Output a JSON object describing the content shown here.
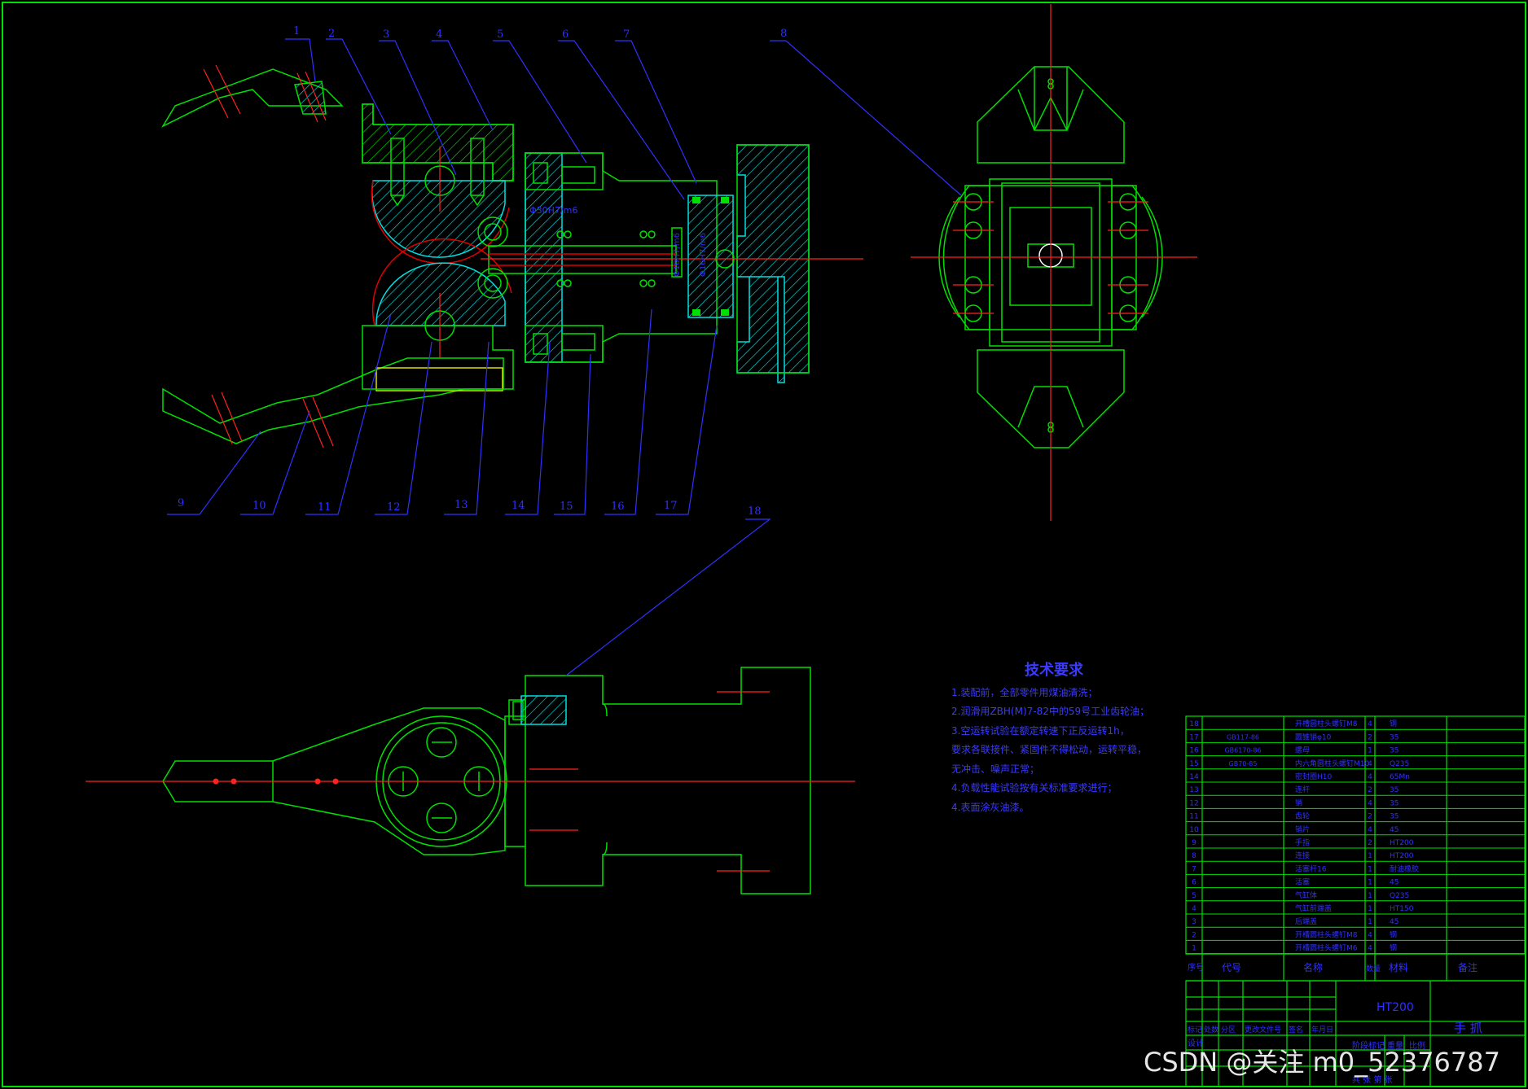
{
  "balloons": [
    "1",
    "2",
    "3",
    "4",
    "5",
    "6",
    "7",
    "8",
    "9",
    "10",
    "11",
    "12",
    "13",
    "14",
    "15",
    "16",
    "17",
    "18"
  ],
  "dims": {
    "piston_fit": "Φ30H7/m6",
    "rod_fit_1": "Φ10H7/m6",
    "rod_fit_2": "Φ16H7/m6"
  },
  "tech_requirements": {
    "title": "技术要求",
    "lines": [
      "1.装配前，全部零件用煤油清洗；",
      "2.润滑用ZBH(M)7-82中的59号工业齿轮油；",
      "3.空运转试验在额定转速下正反运转1h，",
      "要求各联接件、紧固件不得松动，运转平稳，",
      "无冲击、噪声正常；",
      "4.负载性能试验按有关标准要求进行；",
      "4.表面涂灰油漆。"
    ]
  },
  "parts_table": {
    "rows": [
      {
        "no": "18",
        "code": "",
        "name": "开槽圆柱头螺钉M8",
        "qty": "4",
        "mat": "钢"
      },
      {
        "no": "17",
        "code": "GB117-86",
        "name": "圆锥销φ10",
        "qty": "2",
        "mat": "35"
      },
      {
        "no": "16",
        "code": "GB6170-86",
        "name": "螺母",
        "qty": "1",
        "mat": "35"
      },
      {
        "no": "15",
        "code": "GB70-85",
        "name": "内六角圆柱头螺钉M10",
        "qty": "4",
        "mat": "Q235"
      },
      {
        "no": "14",
        "code": "",
        "name": "密封圈H10",
        "qty": "4",
        "mat": "65Mn"
      },
      {
        "no": "13",
        "code": "",
        "name": "连杆",
        "qty": "2",
        "mat": "35"
      },
      {
        "no": "12",
        "code": "",
        "name": "销",
        "qty": "4",
        "mat": "35"
      },
      {
        "no": "11",
        "code": "",
        "name": "齿轮",
        "qty": "2",
        "mat": "35"
      },
      {
        "no": "10",
        "code": "",
        "name": "销片",
        "qty": "4",
        "mat": "45"
      },
      {
        "no": "9",
        "code": "",
        "name": "手指",
        "qty": "2",
        "mat": "HT200"
      },
      {
        "no": "8",
        "code": "",
        "name": "连接",
        "qty": "1",
        "mat": "HT200"
      },
      {
        "no": "7",
        "code": "",
        "name": "活塞杆16",
        "qty": "1",
        "mat": "耐油橡胶"
      },
      {
        "no": "6",
        "code": "",
        "name": "活塞",
        "qty": "1",
        "mat": "45"
      },
      {
        "no": "5",
        "code": "",
        "name": "气缸体",
        "qty": "1",
        "mat": "Q235"
      },
      {
        "no": "4",
        "code": "",
        "name": "气缸前端盖",
        "qty": "1",
        "mat": "HT150"
      },
      {
        "no": "3",
        "code": "",
        "name": "后端盖",
        "qty": "1",
        "mat": "45"
      },
      {
        "no": "2",
        "code": "",
        "name": "开槽圆柱头螺钉M8",
        "qty": "4",
        "mat": "钢"
      },
      {
        "no": "1",
        "code": "",
        "name": "开槽圆柱头螺钉M6",
        "qty": "4",
        "mat": "钢"
      }
    ],
    "header": [
      "序号",
      "代号",
      "名称",
      "数量",
      "材料",
      "备注"
    ],
    "material": "HT200",
    "drawing_name": "手 抓",
    "signature_labels": [
      "标记",
      "处数",
      "分区",
      "更改文件号",
      "签名",
      "年月日"
    ],
    "marks": "阶段标记",
    "weight": "重量",
    "scale": "比例",
    "design": "设计",
    "sheets": "共 张 第 张"
  },
  "watermark": "CSDN @关注 m0_52376787",
  "colors": {
    "green": "#00e000",
    "blue": "#3030ff",
    "red": "#ff2020",
    "cyan": "#00e0e0",
    "yellow": "#e0e000"
  }
}
